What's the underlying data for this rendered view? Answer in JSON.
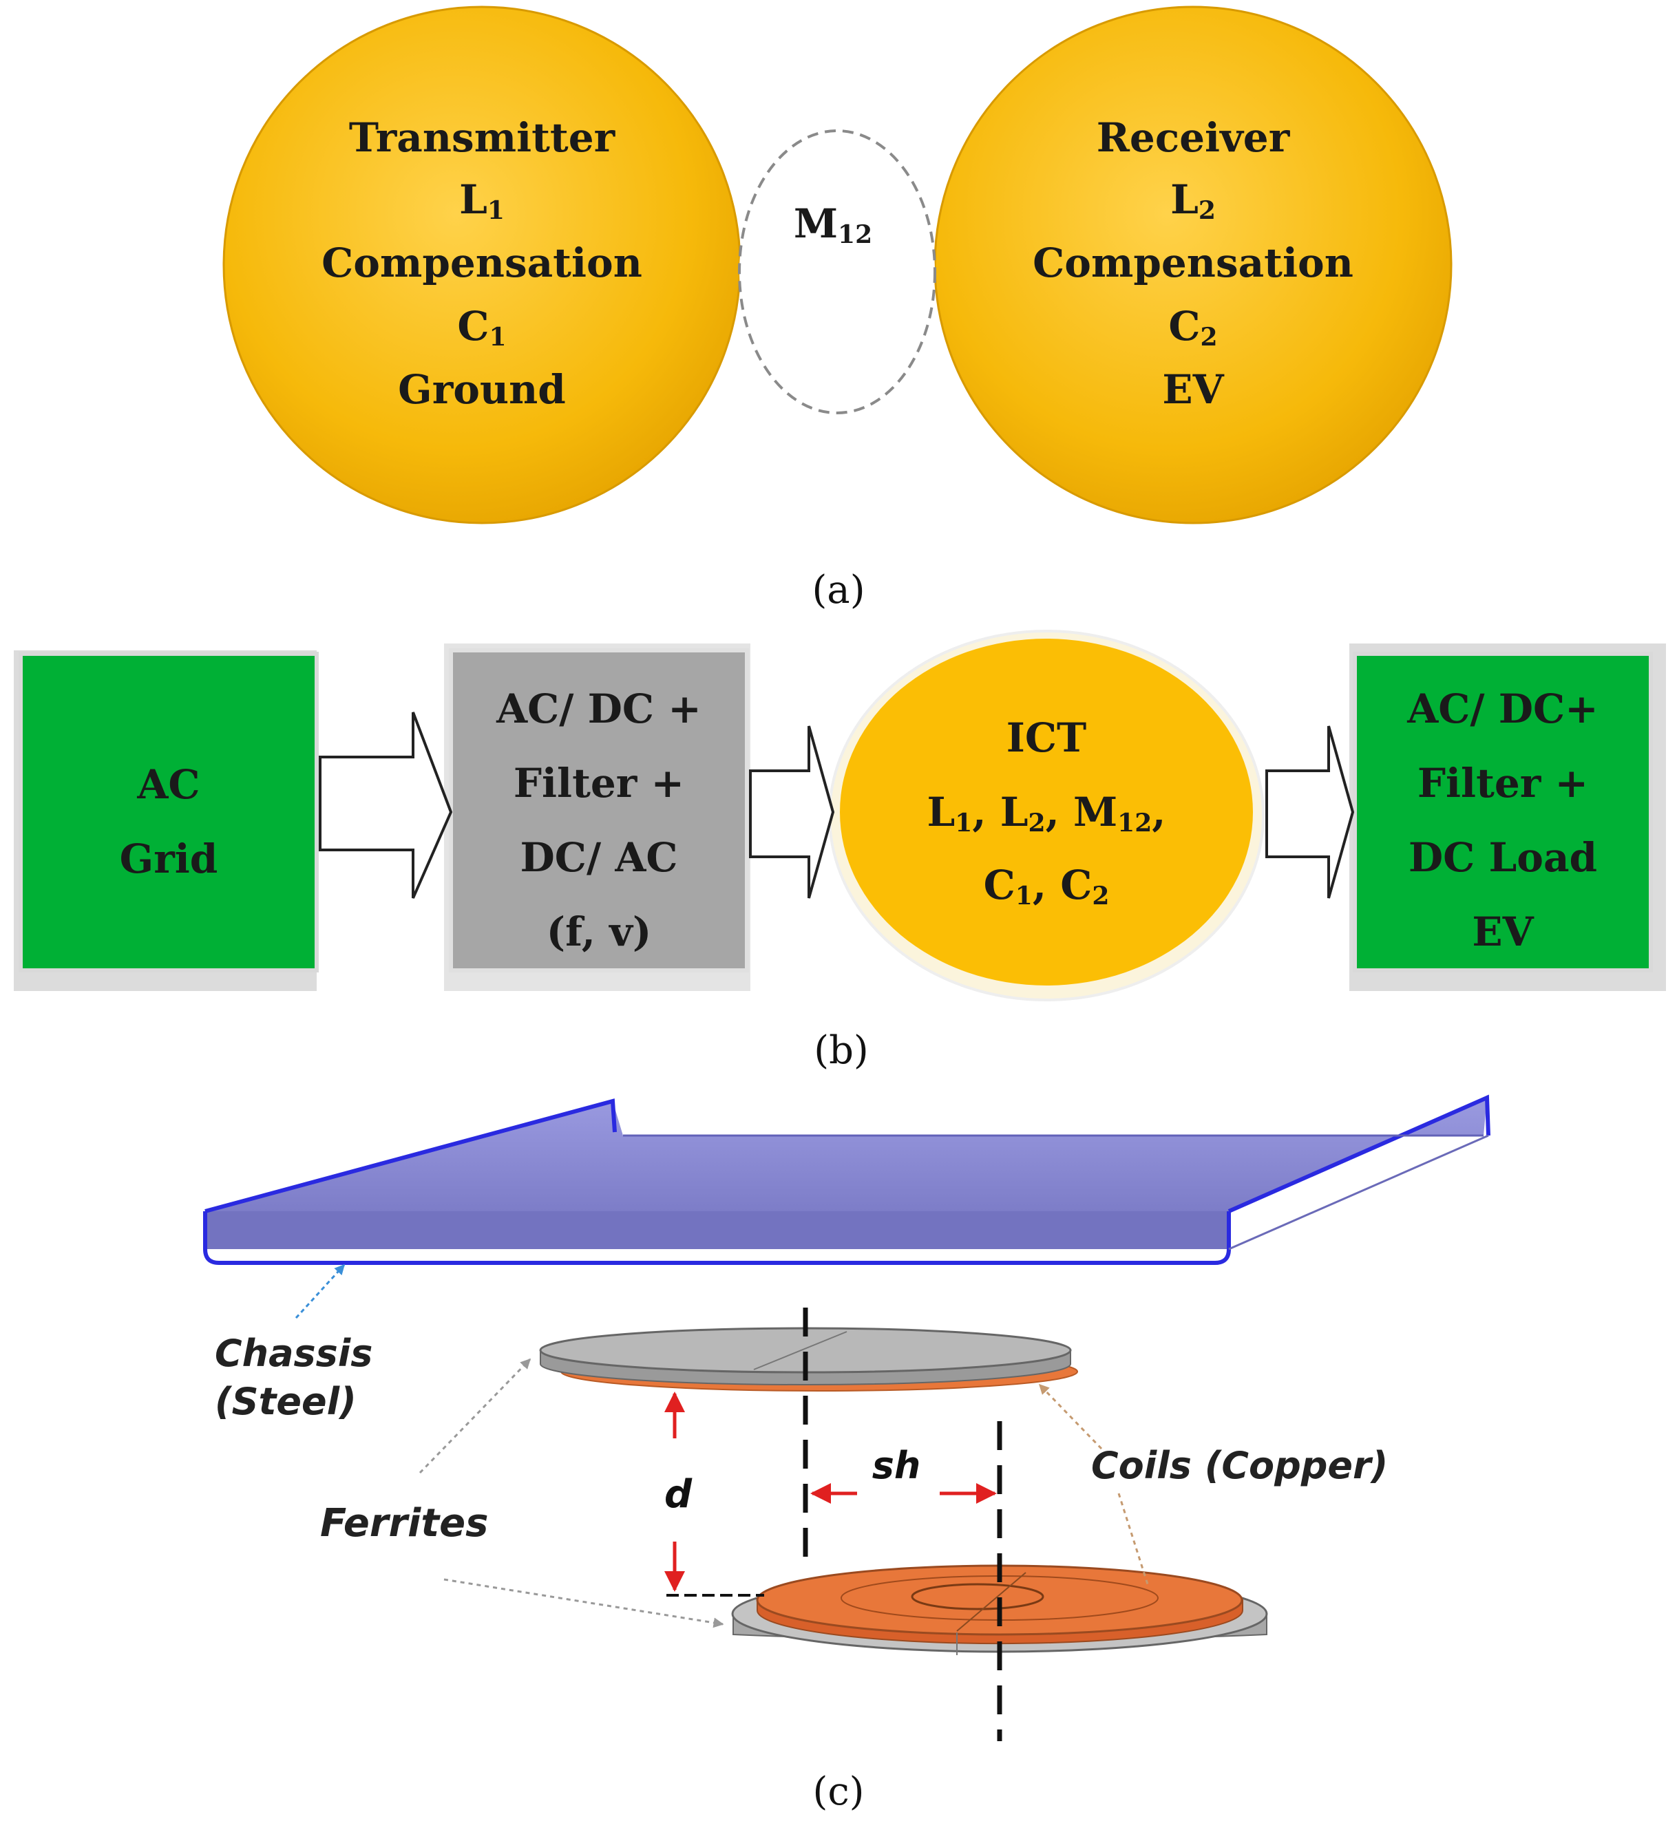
{
  "panel_a": {
    "transmitter": {
      "line1": "Transmitter",
      "l_main": "L",
      "l_sub": "1",
      "line3": "Compensation",
      "c_main": "C",
      "c_sub": "1",
      "line5": "Ground"
    },
    "mutual": {
      "main": "M",
      "sub": "12"
    },
    "receiver": {
      "line1": "Receiver",
      "l_main": "L",
      "l_sub": "2",
      "line3": "Compensation",
      "c_main": "C",
      "c_sub": "2",
      "line5": "EV"
    },
    "caption": "(a)"
  },
  "panel_b": {
    "grid": {
      "line1": "AC",
      "line2": "Grid"
    },
    "converter": {
      "line1": "AC/ DC +",
      "line2": "Filter +",
      "line3": "DC/ AC",
      "line4": "(f, v)"
    },
    "ict": {
      "line1": "ICT",
      "line2_a": "L",
      "line2_a_sub": "1",
      "line2_b": ", L",
      "line2_b_sub": "2",
      "line2_c": ", M",
      "line2_c_sub": "12",
      "line2_d": ",",
      "line3_a": "C",
      "line3_a_sub": "1",
      "line3_b": ", C",
      "line3_b_sub": "2"
    },
    "load": {
      "line1": "AC/ DC+",
      "line2": "Filter +",
      "line3": "DC Load",
      "line4": "EV"
    },
    "caption": "(b)"
  },
  "panel_c": {
    "chassis_label": {
      "line1": "Chassis",
      "line2": "(Steel)"
    },
    "ferrites_label": "Ferrites",
    "coils_label": "Coils (Copper)",
    "distance_label": "d",
    "shift_label": "sh",
    "caption": "(c)"
  },
  "colors": {
    "gold": "#f5b400",
    "green": "#00b035",
    "grey_box": "#a6a6a6",
    "chassis": "#8a8ad0",
    "copper": "#e8773a",
    "ferrite": "#b8b8b8",
    "arrow_red": "#e02020"
  }
}
